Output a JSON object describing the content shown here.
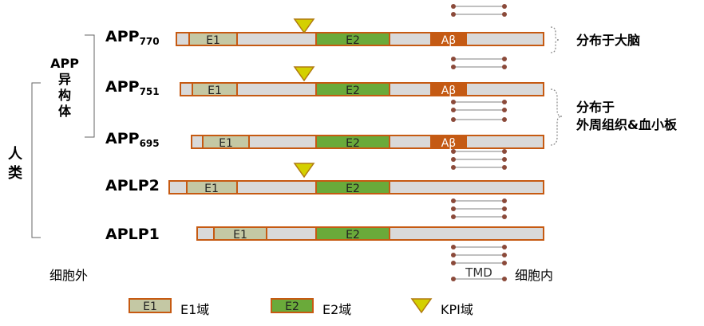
{
  "proteins": {
    "app770": {
      "name": "APP",
      "sub": "770"
    },
    "app751": {
      "name": "APP",
      "sub": "751"
    },
    "app695": {
      "name": "APP",
      "sub": "695"
    },
    "aplp2": {
      "name": "APLP2",
      "sub": ""
    },
    "aplp1": {
      "name": "APLP1",
      "sub": ""
    }
  },
  "domain_labels": {
    "e1": "E1",
    "e2": "E2",
    "abeta": "Aβ"
  },
  "group_labels": {
    "isoforms": [
      "APP",
      "异",
      "构",
      "体"
    ],
    "human": [
      "人",
      "类"
    ]
  },
  "distribution": {
    "brain": "分布于大脑",
    "peripheral_line1": "分布于",
    "peripheral_line2": "外周组织&血小板"
  },
  "compartments": {
    "extracellular": "细胞外",
    "intracellular": "细胞内",
    "tmd": "TMD"
  },
  "legend": {
    "e1_box": "E1",
    "e1": "E1域",
    "e2_box": "E2",
    "e2": "E2域",
    "kpi": "KPI域"
  },
  "colors": {
    "outline": "#c65a12",
    "backbone": "#d9d9d9",
    "e1": "#c4c8a4",
    "e2": "#6aaa3a",
    "abeta": "#c45a14",
    "kpi_fill": "#d4d000",
    "kpi_stroke": "#b07a10",
    "lipid_head": "#8b4a3a",
    "lipid_tail": "#9a9a9a"
  }
}
